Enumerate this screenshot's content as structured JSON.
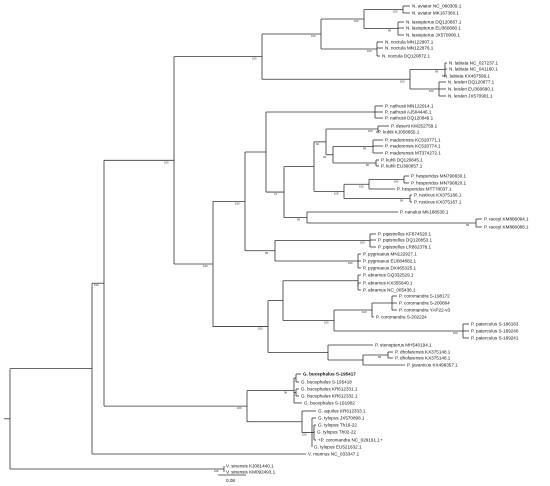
{
  "colors": {
    "branch": "#333333",
    "text": "#111111",
    "background": "#ffffff"
  },
  "tips": [
    {
      "label": "N. aviator NC_060309.1"
    },
    {
      "label": "N. aviator MK167360.1"
    },
    {
      "label": "N. lasiopterus DQ120867.1"
    },
    {
      "label": "N. lasiopterus EU360680.1"
    },
    {
      "label": "N. lasiopterus JX570900.1"
    },
    {
      "label": "N. noctula MN122907.1"
    },
    {
      "label": "N. noctula MN122876.1"
    },
    {
      "label": "N. noctula DQ120872.1"
    },
    {
      "label": "N. labiata NC_027237.1"
    },
    {
      "label": "N. labiata NC_041160.1"
    },
    {
      "label": "N. labiata KX467596.1"
    },
    {
      "label": "N. leisleri DQ120877.1"
    },
    {
      "label": "N. leisleri EU360690.1"
    },
    {
      "label": "N. leisleri JX570901.1"
    },
    {
      "label": "P. nathusii MN122914.1"
    },
    {
      "label": "P. nathusii AJ504446.1"
    },
    {
      "label": "P. nathusii DQ120849.1"
    },
    {
      "label": "P. deserti KM252759.1"
    },
    {
      "label": "P. kuhlii KJ058655.1"
    },
    {
      "label": "P. maderensis KC520771.1"
    },
    {
      "label": "P. maderensis KC520774.1"
    },
    {
      "label": "P. maderensis MT374272.1"
    },
    {
      "label": "P. kuhli DQ120845.1"
    },
    {
      "label": "P. kuhli EU360657.1"
    },
    {
      "label": "P. hesperidus MN790830.1"
    },
    {
      "label": "P. hesperidus MN790820.1"
    },
    {
      "label": "P. hesperidus MT778037.1"
    },
    {
      "label": "P. rusticus KX375166.1"
    },
    {
      "label": "P. rusticus KX375167.1"
    },
    {
      "label": "P. nanulus MK188530.1"
    },
    {
      "label": "P. raceyi KM886094.1"
    },
    {
      "label": "P. raceyi KM886088.1"
    },
    {
      "label": "P. pipistrellus KF874520.1"
    },
    {
      "label": "P. pipistrellus DQ120853.1"
    },
    {
      "label": "P. pipistrellus LR862378.1"
    },
    {
      "label": "P. pygmaeus MN122927.1"
    },
    {
      "label": "P. pygmaeus EU084882.1"
    },
    {
      "label": "P. pygmaeus DX465325.1"
    },
    {
      "label": "P. abramus GQ332529.1"
    },
    {
      "label": "P. abramus KX355640.1"
    },
    {
      "label": "P. abramus NC_005436.1"
    },
    {
      "label": "P. coromandra S-198172"
    },
    {
      "label": "P. coromandra S-200864"
    },
    {
      "label": "P. coromandra YAP22-v3"
    },
    {
      "label": "P. coromandra S-202224"
    },
    {
      "label": "P. paterculus S-186183"
    },
    {
      "label": "P. paterculus S-189240"
    },
    {
      "label": "P. paterculus S-189241"
    },
    {
      "label": "P. stenopterus MH540194.1"
    },
    {
      "label": "P. dhofarensis KX375148.1"
    },
    {
      "label": "P. dhofarensis KX375148.1"
    },
    {
      "label": "P. javanicus KX496357.1"
    },
    {
      "label": "G. bucephalus S-195417",
      "bold": true
    },
    {
      "label": "G. bucephalus S-195418"
    },
    {
      "label": "G. bucephalus KR612331.1"
    },
    {
      "label": "G. bucephalus KR612332.1"
    },
    {
      "label": "G. bucephalus S-191902"
    },
    {
      "label": "G. aquilus KR612333.1"
    },
    {
      "label": "G. tylopus JX570898.1"
    },
    {
      "label": "G. tylopus Th19-22"
    },
    {
      "label": "G. tylopus Th02-22"
    },
    {
      "label": "+P. coromandra NC_029191.1+"
    },
    {
      "label": "G. tylopus EU521632.1"
    },
    {
      "label": "V. murinus NC_033347.1"
    },
    {
      "label": "V. sinensis KJ081440.1"
    },
    {
      "label": "V. sinensis KM092493.1"
    }
  ],
  "supports": [
    "100",
    "99",
    "100",
    "100",
    "100",
    "99",
    "100",
    "100",
    "100",
    "100",
    "99",
    "80",
    "93",
    "94",
    "100",
    "100",
    "99",
    "100",
    "72",
    "96",
    "99",
    "100",
    "100",
    "99",
    "100",
    "100",
    "100",
    "100",
    "99",
    "100",
    "100",
    "100",
    "99",
    "100",
    "100",
    "100",
    "100"
  ],
  "scale": {
    "label": "0.08"
  }
}
